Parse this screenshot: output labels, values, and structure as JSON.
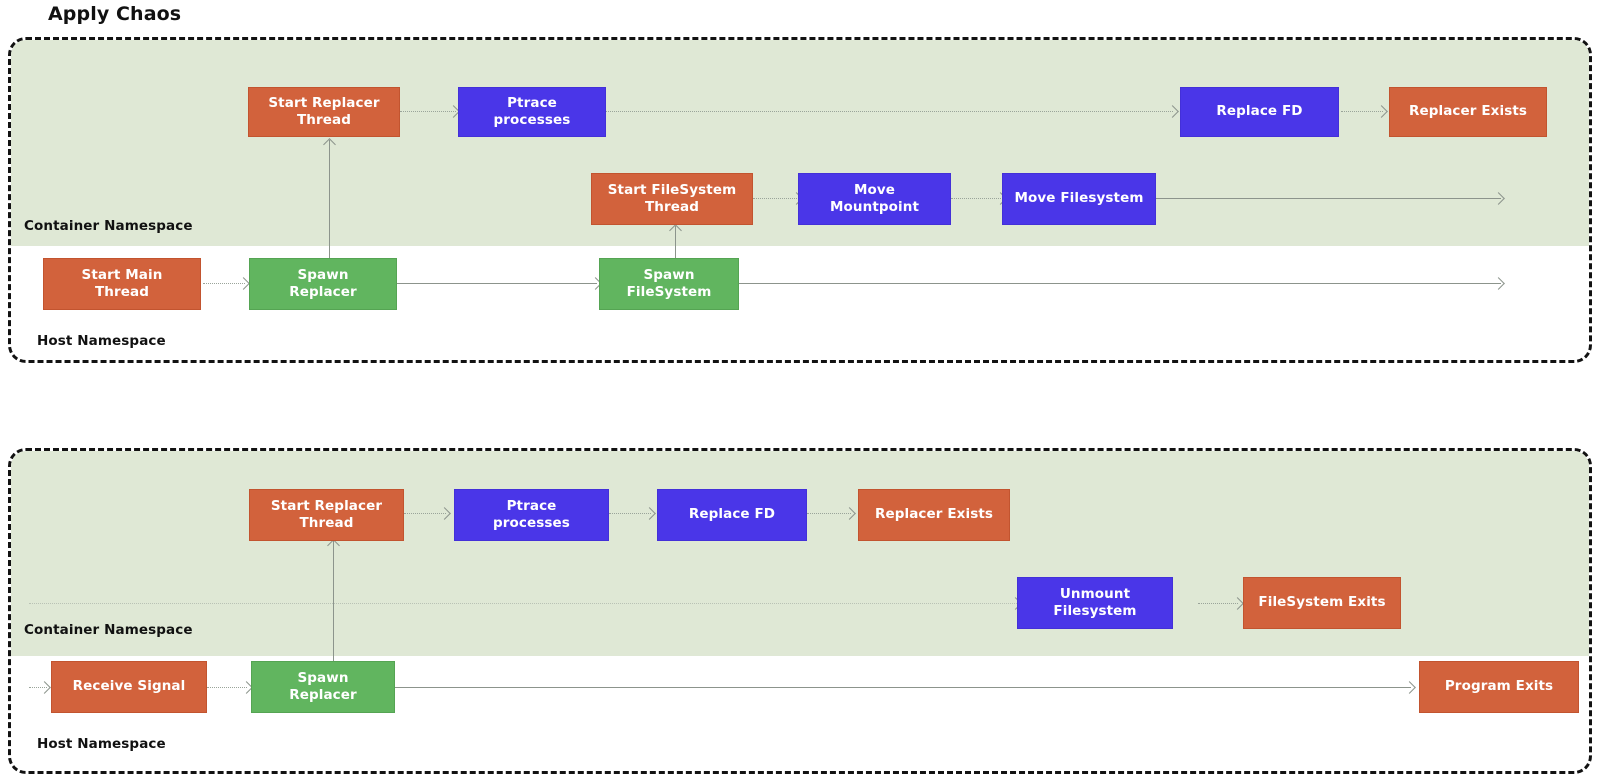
{
  "title": "Apply Chaos",
  "palette": {
    "orange": "#d2623c",
    "green": "#61b55f",
    "blue": "#4a36e8",
    "container_band": "#dfe8d5",
    "border_dash": "#121212",
    "edge": "#9aa49a",
    "text_on_node": "#ffffff",
    "label_text": "#111111",
    "background": "#ffffff"
  },
  "diagrams": [
    {
      "id": "apply-chaos-start",
      "namespace_labels": {
        "container": "Container Namespace",
        "host": "Host Namespace"
      },
      "nodes": [
        {
          "id": "start-replacer-thread",
          "label": "Start Replacer Thread",
          "lines": [
            "Start Replacer",
            "Thread"
          ],
          "color": "orange",
          "lane": "container"
        },
        {
          "id": "ptrace-processes",
          "label": "Ptrace processes",
          "lines": [
            "Ptrace",
            "processes"
          ],
          "color": "blue",
          "lane": "container"
        },
        {
          "id": "replace-fd",
          "label": "Replace FD",
          "lines": [
            "Replace FD"
          ],
          "color": "blue",
          "lane": "container"
        },
        {
          "id": "replacer-exists",
          "label": "Replacer Exists",
          "lines": [
            "Replacer Exists"
          ],
          "color": "orange",
          "lane": "container"
        },
        {
          "id": "start-filesystem-thread",
          "label": "Start FileSystem Thread",
          "lines": [
            "Start FileSystem",
            "Thread"
          ],
          "color": "orange",
          "lane": "container"
        },
        {
          "id": "move-mountpoint",
          "label": "Move Mountpoint",
          "lines": [
            "Move",
            "Mountpoint"
          ],
          "color": "blue",
          "lane": "container"
        },
        {
          "id": "move-filesystem",
          "label": "Move Filesystem",
          "lines": [
            "Move Filesystem"
          ],
          "color": "blue",
          "lane": "container"
        },
        {
          "id": "start-main-thread",
          "label": "Start Main Thread",
          "lines": [
            "Start Main",
            "Thread"
          ],
          "color": "orange",
          "lane": "host"
        },
        {
          "id": "spawn-replacer",
          "label": "Spawn Replacer",
          "lines": [
            "Spawn",
            "Replacer"
          ],
          "color": "green",
          "lane": "host"
        },
        {
          "id": "spawn-filesystem",
          "label": "Spawn FileSystem",
          "lines": [
            "Spawn",
            "FileSystem"
          ],
          "color": "green",
          "lane": "host"
        }
      ],
      "edges": [
        {
          "from": "start-replacer-thread",
          "to": "ptrace-processes"
        },
        {
          "from": "ptrace-processes",
          "to": "replace-fd"
        },
        {
          "from": "replace-fd",
          "to": "replacer-exists"
        },
        {
          "from": "start-filesystem-thread",
          "to": "move-mountpoint"
        },
        {
          "from": "move-mountpoint",
          "to": "move-filesystem"
        },
        {
          "from": "move-filesystem",
          "to": "lane-end"
        },
        {
          "from": "start-main-thread",
          "to": "spawn-replacer"
        },
        {
          "from": "spawn-replacer",
          "to": "spawn-filesystem"
        },
        {
          "from": "spawn-filesystem",
          "to": "lane-end"
        },
        {
          "from": "spawn-replacer",
          "to": "start-replacer-thread",
          "kind": "spawn"
        },
        {
          "from": "spawn-filesystem",
          "to": "start-filesystem-thread",
          "kind": "spawn"
        }
      ]
    },
    {
      "id": "apply-chaos-teardown",
      "namespace_labels": {
        "container": "Container Namespace",
        "host": "Host Namespace"
      },
      "nodes": [
        {
          "id": "start-replacer-thread-2",
          "label": "Start Replacer Thread",
          "lines": [
            "Start Replacer",
            "Thread"
          ],
          "color": "orange",
          "lane": "container"
        },
        {
          "id": "ptrace-processes-2",
          "label": "Ptrace processes",
          "lines": [
            "Ptrace",
            "processes"
          ],
          "color": "blue",
          "lane": "container"
        },
        {
          "id": "replace-fd-2",
          "label": "Replace FD",
          "lines": [
            "Replace FD"
          ],
          "color": "blue",
          "lane": "container"
        },
        {
          "id": "replacer-exists-2",
          "label": "Replacer Exists",
          "lines": [
            "Replacer Exists"
          ],
          "color": "orange",
          "lane": "container"
        },
        {
          "id": "unmount-filesystem",
          "label": "Unmount Filesystem",
          "lines": [
            "Unmount",
            "Filesystem"
          ],
          "color": "blue",
          "lane": "container"
        },
        {
          "id": "filesystem-exits",
          "label": "FileSystem Exits",
          "lines": [
            "FileSystem Exits"
          ],
          "color": "orange",
          "lane": "container"
        },
        {
          "id": "receive-signal",
          "label": "Receive Signal",
          "lines": [
            "Receive Signal"
          ],
          "color": "orange",
          "lane": "host"
        },
        {
          "id": "spawn-replacer-2",
          "label": "Spawn Replacer",
          "lines": [
            "Spawn",
            "Replacer"
          ],
          "color": "green",
          "lane": "host"
        },
        {
          "id": "program-exits",
          "label": "Program Exits",
          "lines": [
            "Program Exits"
          ],
          "color": "orange",
          "lane": "host"
        }
      ],
      "edges": [
        {
          "from": "start-replacer-thread-2",
          "to": "ptrace-processes-2"
        },
        {
          "from": "ptrace-processes-2",
          "to": "replace-fd-2"
        },
        {
          "from": "replace-fd-2",
          "to": "replacer-exists-2"
        },
        {
          "from": "lane-start",
          "to": "unmount-filesystem"
        },
        {
          "from": "unmount-filesystem",
          "to": "filesystem-exits"
        },
        {
          "from": "lane-start",
          "to": "receive-signal"
        },
        {
          "from": "receive-signal",
          "to": "spawn-replacer-2"
        },
        {
          "from": "spawn-replacer-2",
          "to": "program-exits"
        },
        {
          "from": "spawn-replacer-2",
          "to": "start-replacer-thread-2",
          "kind": "spawn"
        }
      ]
    }
  ]
}
